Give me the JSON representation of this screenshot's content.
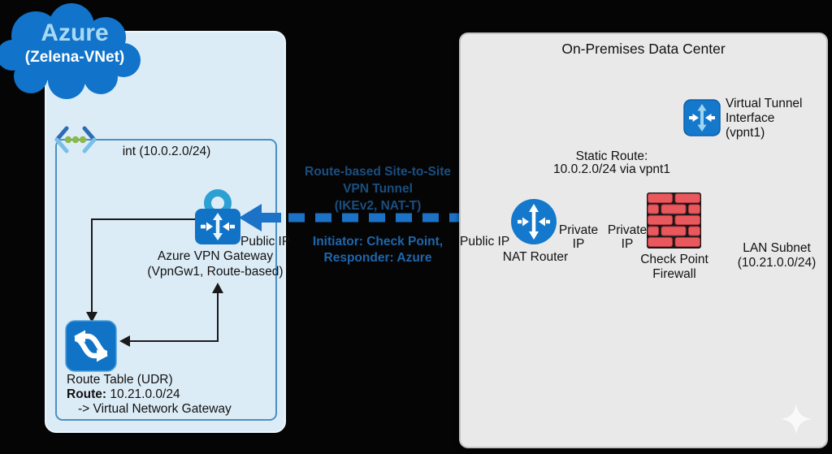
{
  "colors": {
    "background": "#050505",
    "azure_brand_blue": "#1173c9",
    "icon_blue": "#1173c5",
    "shackle_blue": "#2da0d3",
    "azure_panel_bg": "#dcecf7",
    "subnet_border": "#4a90c0",
    "tunnel_arrow_blue": "#1b72c7",
    "tunnel_label_blue": "#1b4e80",
    "initiator_label_blue": "#1e66ad",
    "firewall_red": "#e8585c",
    "onprem_panel_bg": "#e9e9e9",
    "connector_black": "#1a1a1a",
    "vnet_dot_green": "#8ab84e"
  },
  "azure": {
    "cloud_title": "Azure",
    "cloud_subtitle": "(Zelena-VNet)",
    "subnet_label": "int (10.0.2.0/24)",
    "gateway_public_ip": "Public IP",
    "gateway_name": "Azure VPN Gateway",
    "gateway_sku": "(VpnGw1, Route-based)",
    "route_table_title": "Route Table (UDR)",
    "route_label": "Route:",
    "route_value": "10.21.0.0/24",
    "route_target": "-> Virtual Network Gateway"
  },
  "tunnel": {
    "line1": "Route-based Site-to-Site",
    "line2": "VPN Tunnel",
    "line3": "(IKEv2, NAT-T)",
    "initiator": "Initiator: Check Point,",
    "responder": "Responder: Azure"
  },
  "onprem": {
    "title": "On-Premises Data Center",
    "router_public_ip": "Public IP",
    "router_name": "NAT Router",
    "private_ip_word1": "Private",
    "private_ip_word2": "IP",
    "firewall_name_line1": "Check Point",
    "firewall_name_line2": "Firewall",
    "lan_line1": "LAN Subnet",
    "lan_line2": "(10.21.0.0/24)",
    "vti_line1": "Virtual Tunnel",
    "vti_line2": "Interface",
    "vti_line3": "(vpnt1)",
    "static_route_line1": "Static Route:",
    "static_route_line2": "10.0.2.0/24 via vpnt1"
  }
}
